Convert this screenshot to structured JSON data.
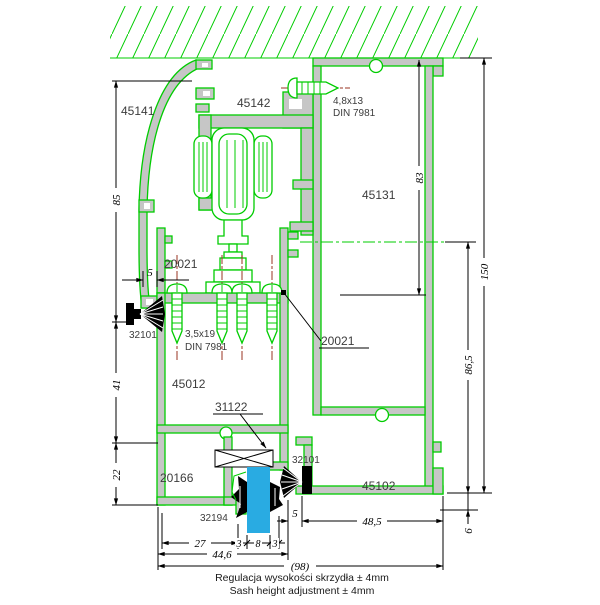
{
  "drawing": {
    "parts": {
      "p45141": "45141",
      "p45142": "45142",
      "p45131": "45131",
      "p45012": "45012",
      "p45102": "45102",
      "p20021_top": "20021",
      "p20021_mid": "20021",
      "p20166": "20166",
      "p31122": "31122",
      "p32101_left": "32101",
      "p32101_right": "32101",
      "p32194": "32194"
    },
    "notes": {
      "screw_top_size": "4,8x13",
      "screw_top_din": "DIN 7981",
      "screw_mid_size": "3,5x19",
      "screw_mid_din": "DIN 7981"
    },
    "dims": {
      "d85": "85",
      "d41": "41",
      "d22": "22",
      "d5_top": "5",
      "d83": "83",
      "d150": "150",
      "d86_5": "86,5",
      "d6": "6",
      "d48_5": "48,5",
      "d5_bottom": "5",
      "d27": "27",
      "d3_left": "3",
      "d8": "8",
      "d3_right": "3",
      "d44_6": "44,6",
      "d98": "(98)"
    },
    "caption": {
      "pl": "Regulacja wysokości skrzydła ± 4mm",
      "en": "Sash height adjustment ± 4mm"
    },
    "colors": {
      "profile_outline": "#00CC00",
      "profile_fill": "#C6C6C6",
      "hatch": "#00CC00",
      "glass": "#29ABE2",
      "screw_centerline": "#993322",
      "dimension_line": "#000000",
      "label_text": "#3C3C3C",
      "background": "#FFFFFF"
    }
  }
}
